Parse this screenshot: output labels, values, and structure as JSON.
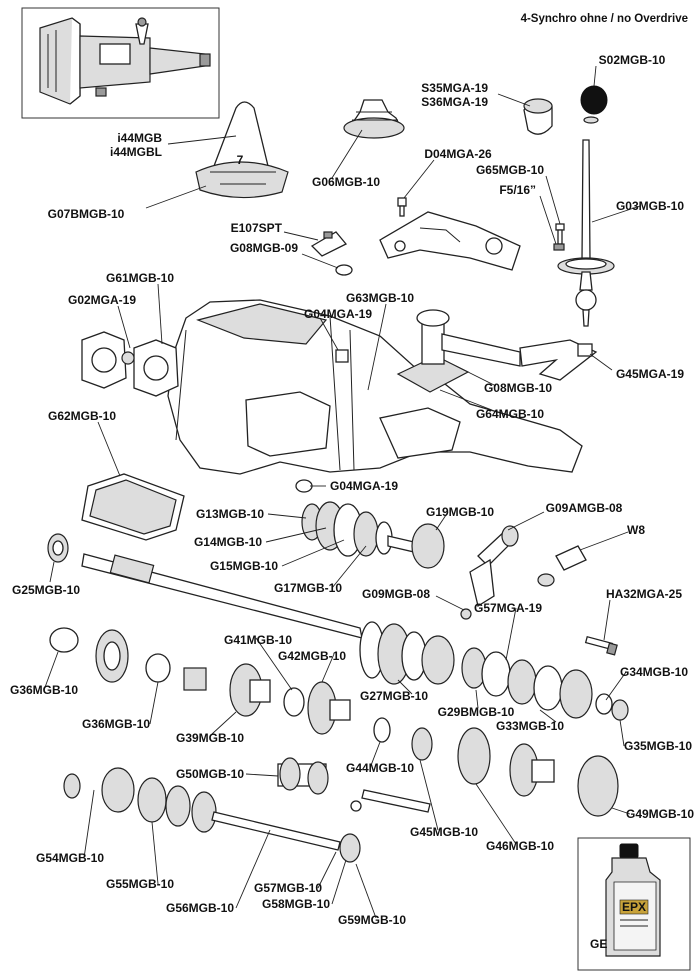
{
  "heading": "4-Synchro ohne / no Overdrive",
  "inset_label": "GE",
  "bottle_label": "EPX",
  "parts": [
    {
      "id": "S02MGB-10"
    },
    {
      "id": "S35MGA-19"
    },
    {
      "id": "S36MGA-19"
    },
    {
      "id": "i44MGB"
    },
    {
      "id": "i44MGBL"
    },
    {
      "id": "G07BMGB-10"
    },
    {
      "id": "G06MGB-10"
    },
    {
      "id": "D04MGA-26"
    },
    {
      "id": "G65MGB-10"
    },
    {
      "id": "F5/16”"
    },
    {
      "id": "G03MGB-10"
    },
    {
      "id": "E107SPT"
    },
    {
      "id": "G08MGB-09"
    },
    {
      "id": "G61MGB-10"
    },
    {
      "id": "G02MGA-19"
    },
    {
      "id": "G63MGB-10"
    },
    {
      "id": "G04MGA-19"
    },
    {
      "id": "G45MGA-19"
    },
    {
      "id": "G08MGB-10"
    },
    {
      "id": "G64MGB-10"
    },
    {
      "id": "G62MGB-10"
    },
    {
      "id": "G04MGA-19"
    },
    {
      "id": "G13MGB-10"
    },
    {
      "id": "G19MGB-10"
    },
    {
      "id": "G09AMGB-08"
    },
    {
      "id": "W8"
    },
    {
      "id": "G14MGB-10"
    },
    {
      "id": "G15MGB-10"
    },
    {
      "id": "G17MGB-10"
    },
    {
      "id": "G25MGB-10"
    },
    {
      "id": "G09MGB-08"
    },
    {
      "id": "G57MGA-19"
    },
    {
      "id": "HA32MGA-25"
    },
    {
      "id": "G41MGB-10"
    },
    {
      "id": "G42MGB-10"
    },
    {
      "id": "G27MGB-10"
    },
    {
      "id": "G29BMGB-10"
    },
    {
      "id": "G33MGB-10"
    },
    {
      "id": "G34MGB-10"
    },
    {
      "id": "G35MGB-10"
    },
    {
      "id": "G36MGB-10"
    },
    {
      "id": "G36MGB-10"
    },
    {
      "id": "G39MGB-10"
    },
    {
      "id": "G44MGB-10"
    },
    {
      "id": "G50MGB-10"
    },
    {
      "id": "G45MGB-10"
    },
    {
      "id": "G46MGB-10"
    },
    {
      "id": "G49MGB-10"
    },
    {
      "id": "G54MGB-10"
    },
    {
      "id": "G55MGB-10"
    },
    {
      "id": "G56MGB-10"
    },
    {
      "id": "G57MGB-10"
    },
    {
      "id": "G58MGB-10"
    },
    {
      "id": "G59MGB-10"
    }
  ]
}
